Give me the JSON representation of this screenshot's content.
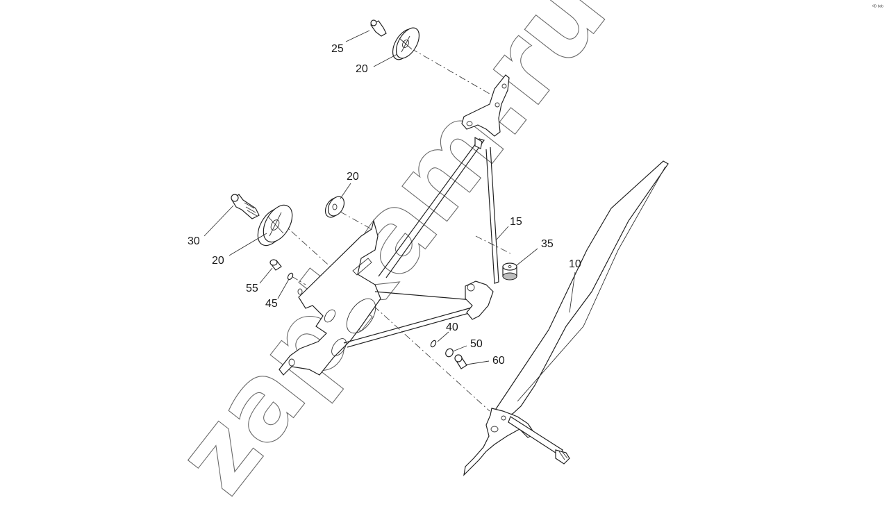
{
  "diagram": {
    "watermark": "zapkam.ru",
    "corner_mark": "⁰ᴰ ᵇᵒᵇ",
    "callouts": [
      {
        "id": "c25",
        "label": "25"
      },
      {
        "id": "c20a",
        "label": "20"
      },
      {
        "id": "c20b",
        "label": "20"
      },
      {
        "id": "c30",
        "label": "30"
      },
      {
        "id": "c20c",
        "label": "20"
      },
      {
        "id": "c55",
        "label": "55"
      },
      {
        "id": "c45",
        "label": "45"
      },
      {
        "id": "c15",
        "label": "15"
      },
      {
        "id": "c35",
        "label": "35"
      },
      {
        "id": "c10",
        "label": "10"
      },
      {
        "id": "c40",
        "label": "40"
      },
      {
        "id": "c50",
        "label": "50"
      },
      {
        "id": "c60",
        "label": "60"
      }
    ]
  }
}
